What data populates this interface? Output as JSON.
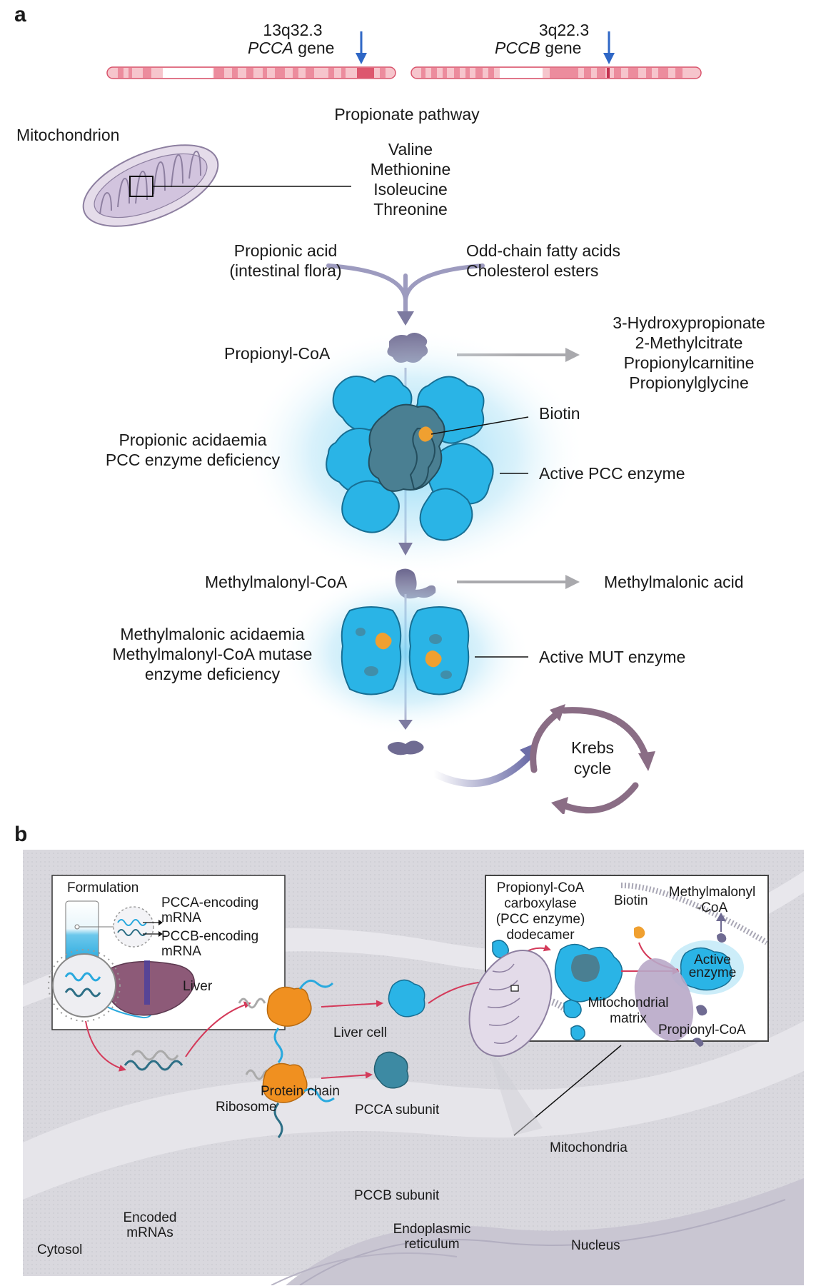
{
  "panel_a": {
    "letter": "a",
    "genes": [
      {
        "locus": "13q32.3",
        "name": "PCCA",
        "suffix": " gene"
      },
      {
        "locus": "3q22.3",
        "name": "PCCB",
        "suffix": " gene"
      }
    ],
    "pathway_title": "Propionate pathway",
    "mitochondrion_label": "Mitochondrion",
    "amino_acids": [
      "Valine",
      "Methionine",
      "Isoleucine",
      "Threonine"
    ],
    "propionic_acid": [
      "Propionic acid",
      "(intestinal flora)"
    ],
    "odd_chain": [
      "Odd-chain fatty acids",
      "Cholesterol esters"
    ],
    "propionyl_coa": "Propionyl-CoA",
    "byproducts": [
      "3-Hydroxypropionate",
      "2-Methylcitrate",
      "Propionylcarnitine",
      "Propionylglycine"
    ],
    "biotin": "Biotin",
    "pcc_disease": [
      "Propionic acidaemia",
      "PCC enzyme deficiency"
    ],
    "active_pcc": "Active PCC enzyme",
    "methylmalonyl_coa": "Methylmalonyl-CoA",
    "methylmalonic_acid": "Methylmalonic acid",
    "mut_disease": [
      "Methylmalonic acidaemia",
      "Methylmalonyl-CoA mutase",
      "enzyme deficiency"
    ],
    "active_mut": "Active MUT enzyme",
    "krebs": [
      "Krebs",
      "cycle"
    ]
  },
  "panel_b": {
    "letter": "b",
    "formulation": "Formulation",
    "pcca_mrna": [
      "PCCA-encoding",
      "mRNA"
    ],
    "pccb_mrna": [
      "PCCB-encoding",
      "mRNA"
    ],
    "liver": "Liver",
    "liver_cell": "Liver cell",
    "inset": {
      "pcc_label": [
        "Propionyl-CoA",
        "carboxylase",
        "(PCC enzyme)",
        "dodecamer"
      ],
      "biotin": "Biotin",
      "methylmalonyl": [
        "Methylmalonyl",
        "-CoA"
      ],
      "active_enzyme": [
        "Active",
        "enzyme"
      ],
      "matrix": [
        "Mitochondrial",
        "matrix"
      ],
      "propionyl_coa": "Propionyl-CoA"
    },
    "protein_chain": "Protein chain",
    "ribosome": "Ribosome",
    "pcca_subunit": "PCCA subunit",
    "pccb_subunit": "PCCB subunit",
    "mitochondria": "Mitochondria",
    "encoded_mrnas": [
      "Encoded",
      "mRNAs"
    ],
    "er": [
      "Endoplasmic",
      "reticulum"
    ],
    "nucleus": "Nucleus",
    "cytosol": "Cytosol"
  },
  "colors": {
    "chromosome": "#f2a9b4",
    "enzyme": "#29a9de",
    "enzyme_dark": "#3d7a8e",
    "biotin": "#f0a030",
    "gene_arrow": "#2f67c6",
    "krebs": "#8a6d85",
    "cell_bg": "#d9d8de"
  }
}
